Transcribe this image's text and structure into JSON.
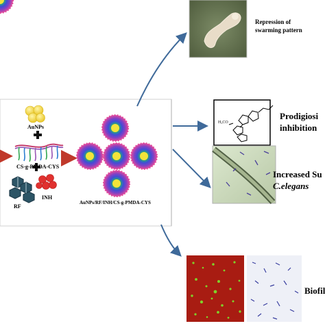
{
  "left_panel": {
    "labels": {
      "aunps": "AuNPs",
      "polymer": "CS-g-PMDA-CYS",
      "rf": "RF",
      "inh": "INH",
      "composite": "AuNPs/RF/INH/CS-g-PMDA-CYS"
    }
  },
  "outcomes": {
    "swarming": {
      "line1": "Repression of",
      "line2": "swarming pattern"
    },
    "prodigiosin": {
      "line1": "Prodigiosi",
      "line2": "inhibition",
      "chem_label": "H₃CO"
    },
    "survival": {
      "line1": "Increased Su",
      "line2": "C.elegans"
    },
    "biofilm": {
      "line1": "Biofilm"
    }
  },
  "colors": {
    "arrow_blue": "#3f6a9a",
    "arrow_red": "#c0392b",
    "gold": "#f2d43a",
    "plus": "#111111",
    "micro_red": "#a81c12",
    "micro_green": "#7fd22a",
    "agar_green": "#6f7f58",
    "slide_green": "#c9d9b9",
    "stain_purple": "#3a3fa0"
  }
}
